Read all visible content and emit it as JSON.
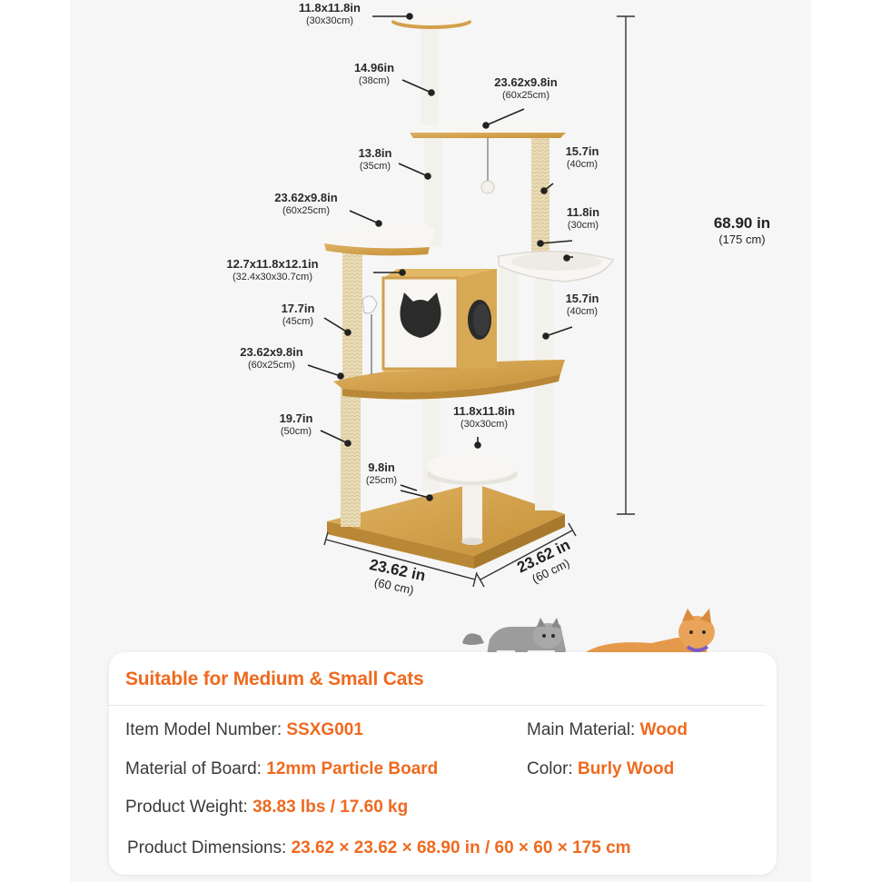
{
  "product": {
    "labels": [
      {
        "id": "top-perch",
        "main": "11.8x11.8in",
        "sub": "(30x30cm)"
      },
      {
        "id": "top-post",
        "main": "14.96in",
        "sub": "(38cm)"
      },
      {
        "id": "upper-platform",
        "main": "23.62x9.8in",
        "sub": "(60x25cm)"
      },
      {
        "id": "upper-left-post",
        "main": "13.8in",
        "sub": "(35cm)"
      },
      {
        "id": "right-upper-post",
        "main": "15.7in",
        "sub": "(40cm)"
      },
      {
        "id": "mid-left-platform",
        "main": "23.62x9.8in",
        "sub": "(60x25cm)"
      },
      {
        "id": "hammock",
        "main": "11.8in",
        "sub": "(30cm)"
      },
      {
        "id": "condo",
        "main": "12.7x11.8x12.1in",
        "sub": "(32.4x30x30.7cm)"
      },
      {
        "id": "right-lower-post",
        "main": "15.7in",
        "sub": "(40cm)"
      },
      {
        "id": "left-mid-post",
        "main": "17.7in",
        "sub": "(45cm)"
      },
      {
        "id": "main-platform",
        "main": "23.62x9.8in",
        "sub": "(60x25cm)"
      },
      {
        "id": "low-perch",
        "main": "11.8x11.8in",
        "sub": "(30x30cm)"
      },
      {
        "id": "bottom-left-post",
        "main": "19.7in",
        "sub": "(50cm)"
      },
      {
        "id": "low-post",
        "main": "9.8in",
        "sub": "(25cm)"
      }
    ],
    "height": {
      "main": "68.90 in",
      "sub": "(175 cm)"
    },
    "width": {
      "main": "23.62 in",
      "sub": "(60 cm)"
    },
    "depth": {
      "main": "23.62 in",
      "sub": "(60 cm)"
    },
    "colors": {
      "wood": "#d3a14b",
      "wood_dark": "#b98836",
      "sisal": "#e8d9b4",
      "plush": "#f4f2ee",
      "line": "#222222"
    }
  },
  "card": {
    "title": "Suitable for Medium & Small Cats",
    "specs": {
      "model_key": "Item Model Number: ",
      "model_val": "SSXG001",
      "material_key": "Main Material: ",
      "material_val": "Wood",
      "board_key": "Material of Board: ",
      "board_val": "12mm Particle Board",
      "color_key": "Color: ",
      "color_val": "Burly Wood",
      "weight_key": "Product Weight: ",
      "weight_val": "38.83 lbs / 17.60 kg",
      "dims_key": "Product Dimensions: ",
      "dims_val": "23.62 × 23.62 × 68.90 in / 60 × 60 × 175 cm"
    },
    "accent": "#ee6a1f"
  }
}
